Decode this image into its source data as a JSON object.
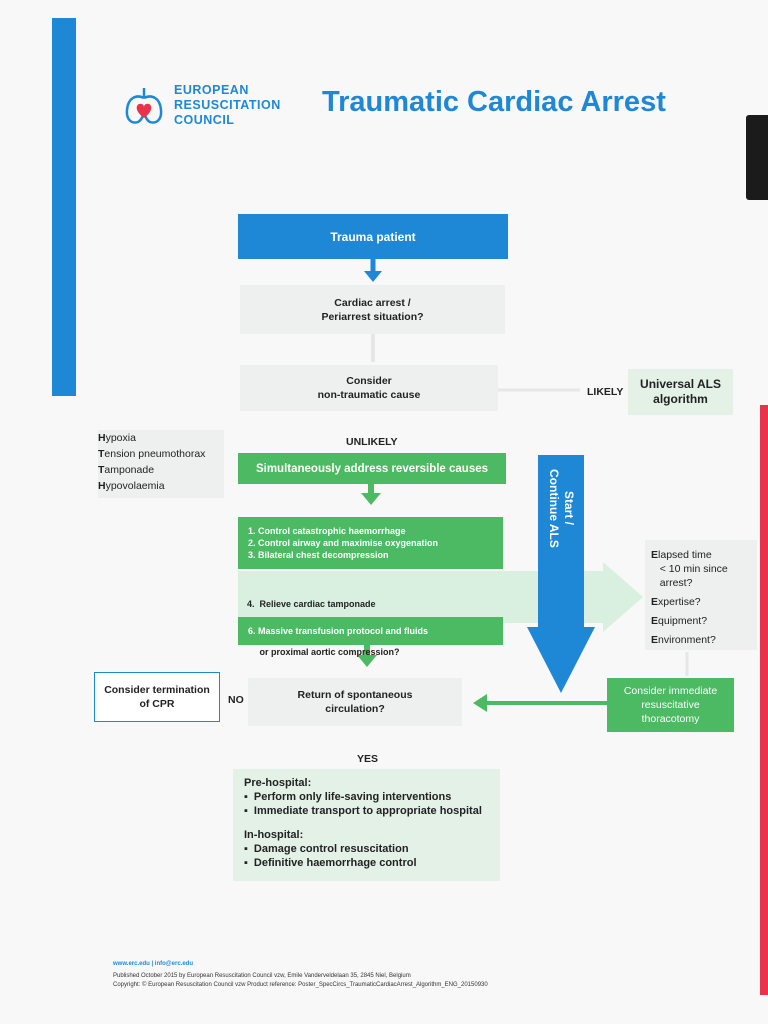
{
  "header": {
    "org_line1": "EUROPEAN",
    "org_line2": "RESUSCITATION",
    "org_line3": "COUNCIL",
    "title": "Traumatic Cardiac Arrest"
  },
  "colors": {
    "blue": "#1f88d6",
    "green": "#4cba62",
    "light_green": "#e3f1e6",
    "red": "#e8334a"
  },
  "flow": {
    "trauma_patient": "Trauma patient",
    "cardiac_arrest": "Cardiac arrest /\nPeriarrest situation?",
    "consider_cause": "Consider\nnon-traumatic cause",
    "likely": "LIKELY",
    "universal_als": "Universal ALS\nalgorithm",
    "unlikely": "UNLIKELY",
    "simultaneously": "Simultaneously address reversible causes",
    "start_als": "Start /\nContinue ALS",
    "steps_a": [
      "1.  Control catastrophic haemorrhage",
      "2.  Control airway and maximise oxygenation",
      "3.  Bilateral chest decompression"
    ],
    "steps_b": [
      "4.  Relieve cardiac tamponade",
      "5.  Surgery for haemorrhage control\n     or proximal aortic compression?"
    ],
    "step_6": "6.  Massive transfusion protocol and fluids",
    "causes": [
      {
        "initial": "H",
        "rest": "ypoxia"
      },
      {
        "initial": "T",
        "rest": "ension pneumothorax"
      },
      {
        "initial": "T",
        "rest": "amponade"
      },
      {
        "initial": "H",
        "rest": "ypovolaemia"
      }
    ],
    "elapsed": [
      {
        "initial": "E",
        "rest": "lapsed time\n   < 10 min since\n   arrest?"
      },
      {
        "initial": "E",
        "rest": "xpertise?"
      },
      {
        "initial": "E",
        "rest": "quipment?"
      },
      {
        "initial": "E",
        "rest": "nvironment?"
      }
    ],
    "termination": "Consider termination\nof CPR",
    "no": "NO",
    "rosc": "Return of spontaneous\ncirculation?",
    "thoracotomy": "Consider immediate\nresuscitative\nthoracotomy",
    "yes": "YES",
    "prehospital_title": "Pre-hospital:",
    "prehospital_items": [
      "Perform only life-saving interventions",
      "Immediate transport to appropriate hospital"
    ],
    "inhospital_title": "In-hospital:",
    "inhospital_items": [
      "Damage control resuscitation",
      "Definitive haemorrhage control"
    ]
  },
  "footer": {
    "links": "www.erc.edu | info@erc.edu",
    "published": "Published October 2015 by European Resuscitation Council vzw, Emile Vandervelde​laan 35, 2845 Niel, Belgium",
    "copyright": "Copyright: © European Resuscitation Council vzw   Product reference: Poster_SpecCircs_TraumaticCardiacArrest_Algorithm_ENG_20150930"
  }
}
